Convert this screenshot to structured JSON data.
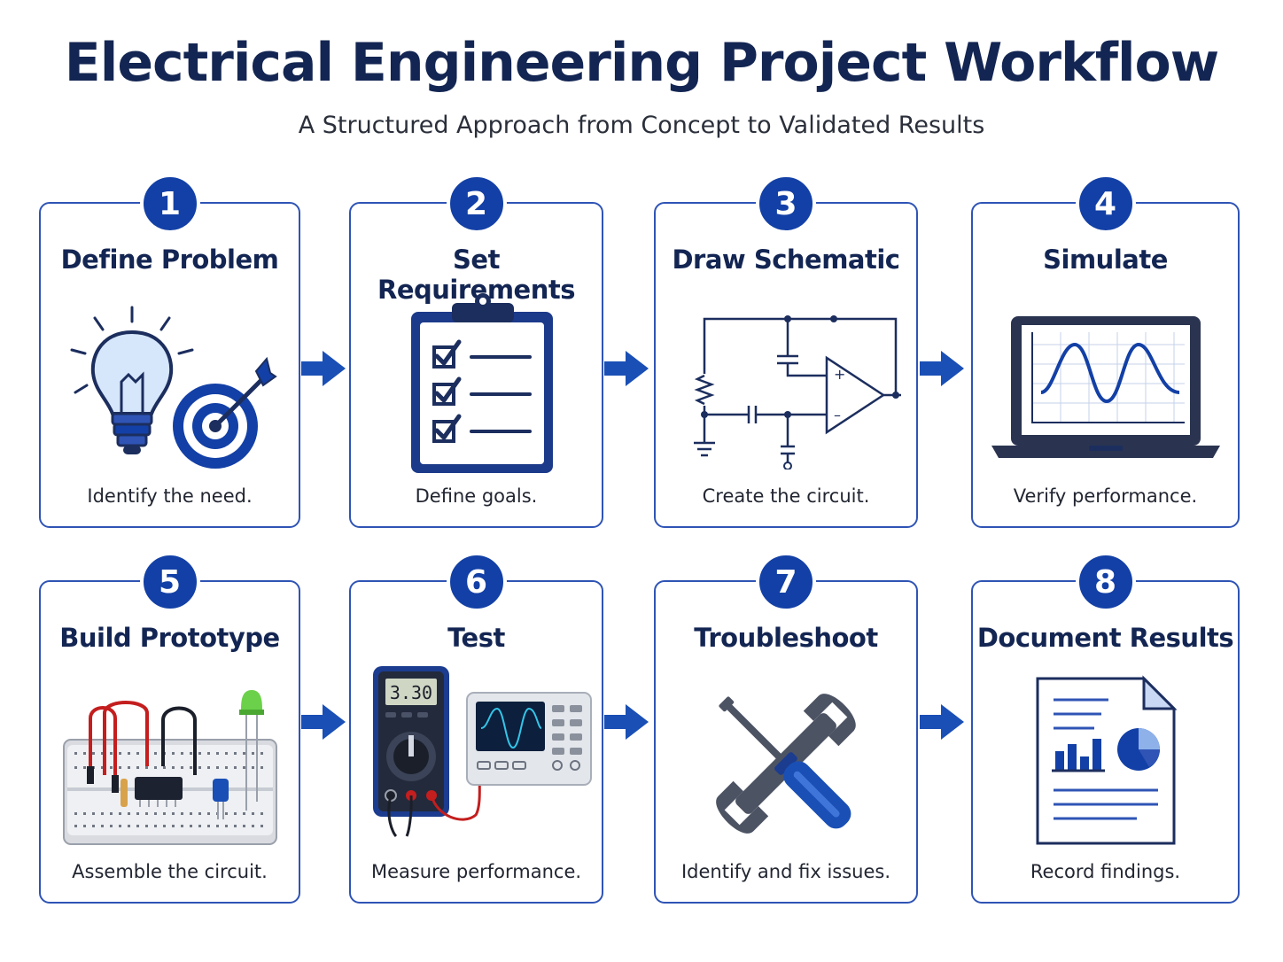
{
  "title": "Electrical Engineering Project Workflow",
  "subtitle": "A Structured Approach from Concept to Validated Results",
  "colors": {
    "accent": "#1340a6",
    "border": "#2f54b5",
    "navy": "#132552"
  },
  "steps": [
    {
      "number": "1",
      "title": "Define Problem",
      "description": "Identify the need.",
      "icon": "lightbulb-target-icon"
    },
    {
      "number": "2",
      "title": "Set Requirements",
      "description": "Define goals.",
      "icon": "clipboard-checklist-icon"
    },
    {
      "number": "3",
      "title": "Draw Schematic",
      "description": "Create the circuit.",
      "icon": "schematic-icon"
    },
    {
      "number": "4",
      "title": "Simulate",
      "description": "Verify performance.",
      "icon": "laptop-waveform-icon"
    },
    {
      "number": "5",
      "title": "Build Prototype",
      "description": "Assemble the circuit.",
      "icon": "breadboard-icon"
    },
    {
      "number": "6",
      "title": "Test",
      "description": "Measure performance.",
      "icon": "multimeter-oscilloscope-icon",
      "meter_reading": "3.30"
    },
    {
      "number": "7",
      "title": "Troubleshoot",
      "description": "Identify and fix issues.",
      "icon": "wrench-screwdriver-icon"
    },
    {
      "number": "8",
      "title": "Document Results",
      "description": "Record findings.",
      "icon": "report-document-icon"
    }
  ]
}
